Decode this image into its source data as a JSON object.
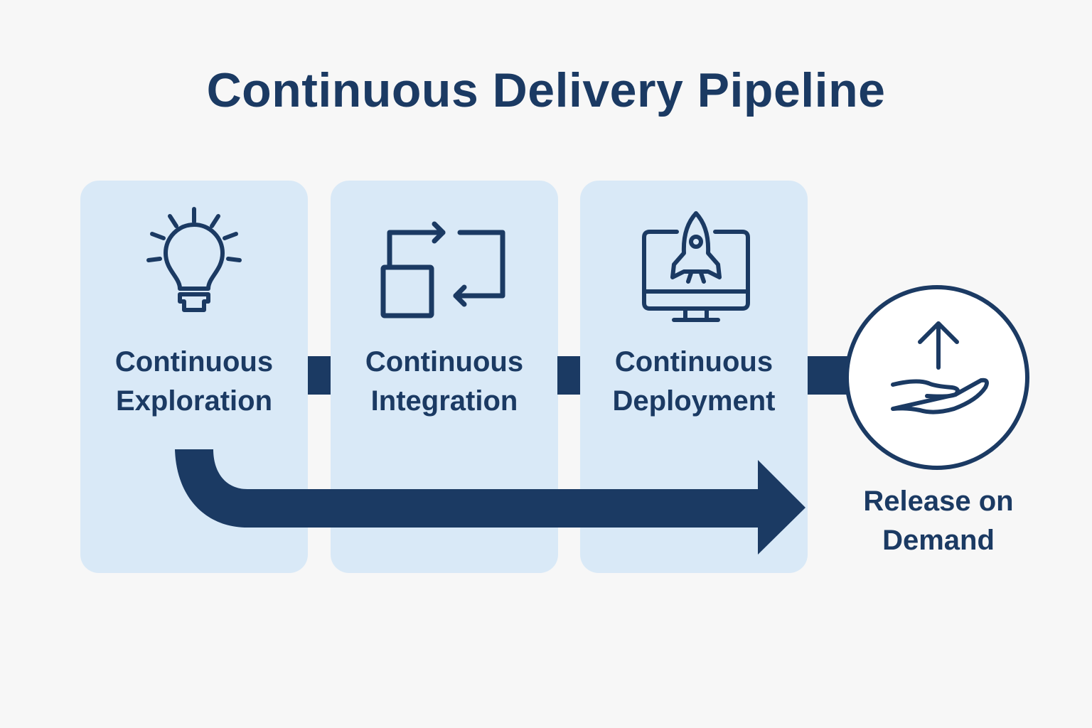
{
  "title": "Continuous Delivery Pipeline",
  "colors": {
    "primary": "#1b3a63",
    "stage_background": "#d9e9f7",
    "page_background": "#f7f7f7",
    "circle_fill": "#ffffff"
  },
  "stages": [
    {
      "line1": "Continuous",
      "line2": "Exploration",
      "icon": "lightbulb-icon"
    },
    {
      "line1": "Continuous",
      "line2": "Integration",
      "icon": "cycle-arrows-icon"
    },
    {
      "line1": "Continuous",
      "line2": "Deployment",
      "icon": "monitor-rocket-icon"
    }
  ],
  "release": {
    "line1": "Release on",
    "line2": "Demand",
    "icon": "hand-release-icon"
  },
  "flow_arrow": {
    "from": "Continuous Exploration",
    "to": "Continuous Deployment"
  }
}
